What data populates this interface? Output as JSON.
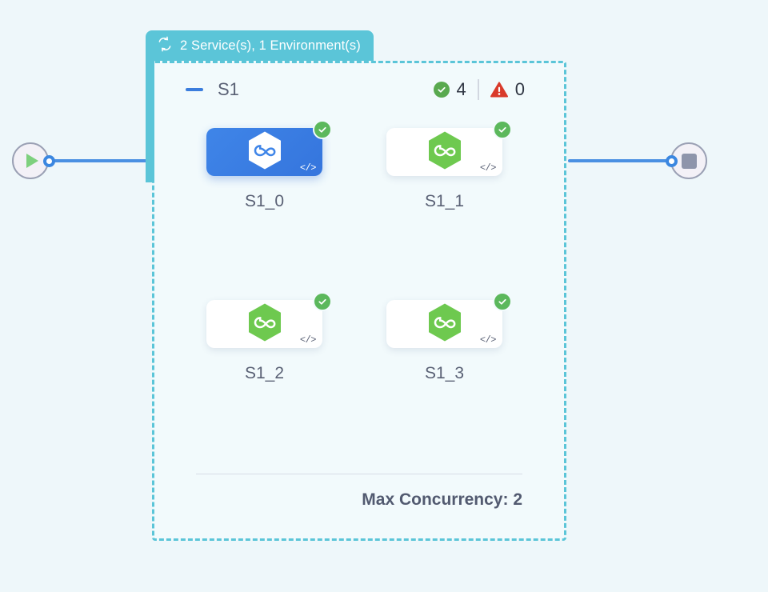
{
  "canvas": {
    "background_color": "#eef7fa"
  },
  "start_node": {
    "icon": "play-icon",
    "port": "output-port"
  },
  "stop_node": {
    "icon": "stop-icon",
    "port": "input-port"
  },
  "group": {
    "tab": {
      "icon": "loop-arrows-icon",
      "label": "2 Service(s), 1 Environment(s)",
      "background_color": "#5bc5d8",
      "text_color": "#ffffff"
    },
    "border_color": "#5bc5d8",
    "border_style": "dashed",
    "header": {
      "collapse_icon": "minus-icon",
      "name": "S1",
      "success": {
        "icon": "check-circle-icon",
        "count": "4",
        "color": "#59a94f"
      },
      "error": {
        "icon": "warning-triangle-icon",
        "count": "0",
        "color": "#d93a2b"
      }
    },
    "footer": {
      "text": "Max Concurrency: 2"
    }
  },
  "nodes": [
    {
      "label": "S1_0",
      "selected": true,
      "status_icon": "check-circle-icon",
      "code_glyph": "</>",
      "service_icon": "hexagon-infinity-icon"
    },
    {
      "label": "S1_1",
      "selected": false,
      "status_icon": "check-circle-icon",
      "code_glyph": "</>",
      "service_icon": "hexagon-infinity-icon"
    },
    {
      "label": "S1_2",
      "selected": false,
      "status_icon": "check-circle-icon",
      "code_glyph": "</>",
      "service_icon": "hexagon-infinity-icon"
    },
    {
      "label": "S1_3",
      "selected": false,
      "status_icon": "check-circle-icon",
      "code_glyph": "</>",
      "service_icon": "hexagon-infinity-icon"
    }
  ]
}
